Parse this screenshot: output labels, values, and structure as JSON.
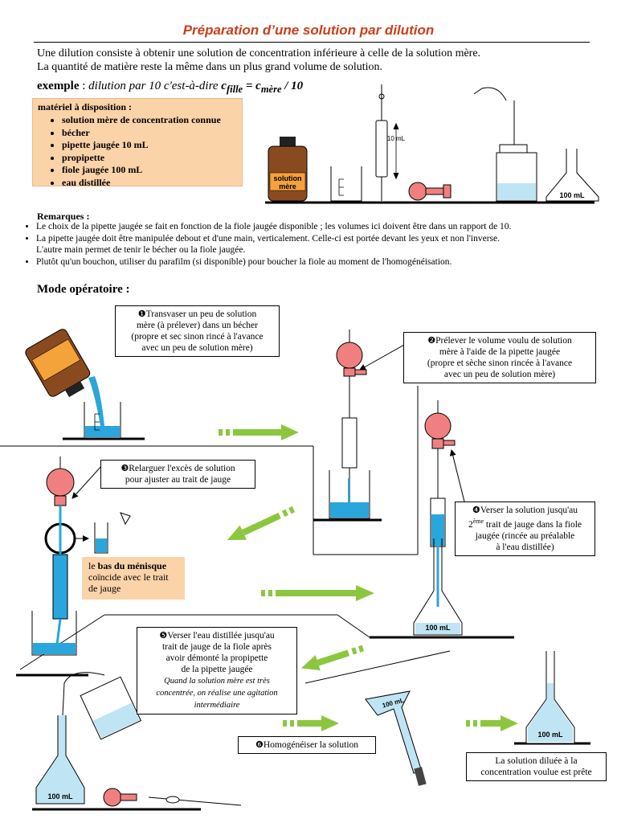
{
  "title": "Préparation d’une solution par dilution",
  "intro": {
    "line1": "Une dilution consiste à obtenir une solution de concentration inférieure à celle de la solution mère.",
    "line2": "La quantité de matière reste la même dans un plus grand volume de solution."
  },
  "exemple": {
    "label": "exemple",
    "colon": " : ",
    "text": "dilution par 10 c'est-à-dire ",
    "c": "c",
    "fille": "fille",
    "eq": " = c",
    "mere": "mère",
    "div": " / 10"
  },
  "materiel": {
    "title": "matériel à disposition :",
    "items": [
      "solution mère de concentration connue",
      "bécher",
      "pipette jaugée 10 mL",
      "propipette",
      "fiole jaugée 100 mL",
      "eau distillée"
    ]
  },
  "illustration": {
    "bottle_label_1": "solution",
    "bottle_label_2": "mère",
    "pipette_label": "10 mL",
    "flask_label": "100 mL"
  },
  "remarques": {
    "title": "Remarques :",
    "items": [
      "Le choix de la pipette jaugée se fait en fonction de la fiole jaugée disponible ; les volumes ici doivent être dans un rapport de 10.",
      "La pipette jaugée doit être manipulée debout et d'une main, verticalement. Celle-ci est portée devant les yeux et non l'inverse.",
      "L'autre main permet de tenir le bécher ou la fiole jaugée.",
      "Plutôt qu'un bouchon, utiliser du parafilm (si disponible) pour boucher la fiole au moment de l'homogénéisation."
    ]
  },
  "mode_title": "Mode opératoire :",
  "steps": {
    "s1": {
      "num": "❶",
      "lines": [
        "Transvaser un peu de solution",
        "mère (à prélever) dans un bécher",
        "(propre et sec sinon rincé à l'avance",
        "avec un peu de solution mère)"
      ]
    },
    "s2": {
      "num": "❷",
      "lines": [
        "Prélever  le volume voulu de solution",
        "mère à l'aide de la pipette jaugée",
        "(propre et sèche sinon rincée à l'avance",
        "avec un peu de solution mère)"
      ]
    },
    "s3": {
      "num": "❸",
      "lines": [
        "Relarguer l'excès de solution",
        "pour ajuster au trait de jauge"
      ]
    },
    "s4": {
      "num": "❹",
      "line1": "Verser la solution jusqu'au",
      "two": "2",
      "eme": "ème",
      "line2rest": " trait de jauge dans la fiole",
      "lines": [
        "jaugée (rincée au préalable",
        "à l'eau distillée)"
      ]
    },
    "s5": {
      "num": "❺",
      "lines": [
        "Verser l'eau distillée jusqu'au",
        "trait de jauge de la fiole après",
        "avoir démonté la propipette",
        "de la pipette jaugée"
      ],
      "note": [
        "Quand la solution mère est très",
        "concentrée, on réalise une agitation",
        "intermédiaire"
      ]
    },
    "s6": {
      "num": "❻",
      "text": "Homogénéiser la solution"
    },
    "final": {
      "lines": [
        "La solution diluée à la",
        "concentration voulue est prête"
      ]
    }
  },
  "menisque": {
    "le": "le ",
    "bold": "bas du ménisque",
    "rest": "coïncide avec le trait de jauge"
  },
  "colors": {
    "liquid": "#29a6dc",
    "bulb": "#f08080",
    "arrow": "#8cc63f",
    "title": "#c8401b",
    "orange_box": "#fbd3a9"
  }
}
